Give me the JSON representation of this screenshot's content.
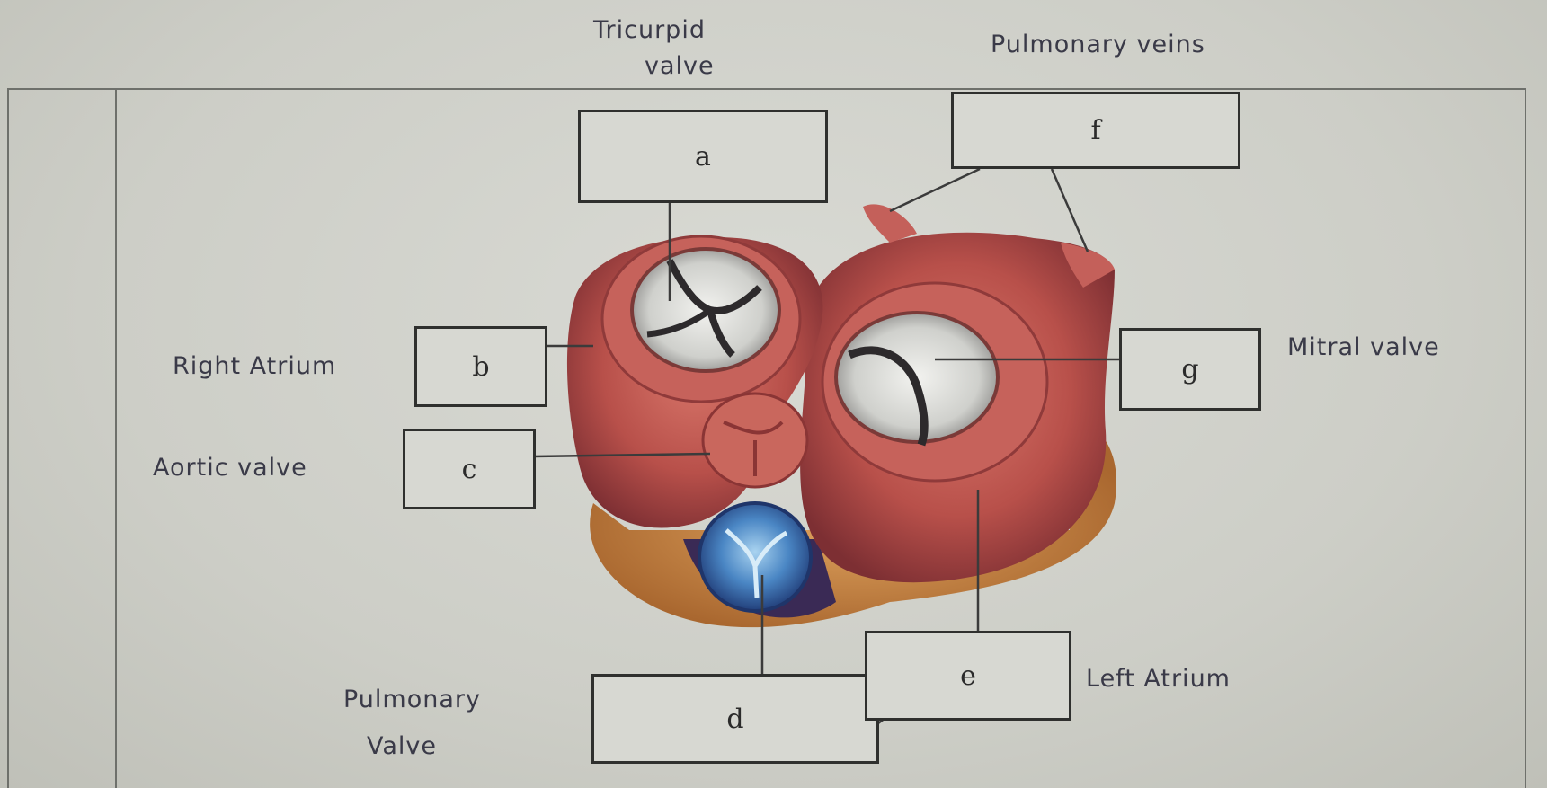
{
  "boxes": {
    "a": "a",
    "b": "b",
    "c": "c",
    "d": "d",
    "e": "e",
    "f": "f",
    "g": "g"
  },
  "annotations": {
    "tricuspid_line1": "Tricurpid",
    "tricuspid_line2": "valve",
    "pulmonary_veins": "Pulmonary veins",
    "right_atrium": "Right Atrium",
    "aortic_valve": "Aortic valve",
    "mitral_valve": "Mitral valve",
    "left_atrium": "Left Atrium",
    "pulmonary_valve_line1": "Pulmonary",
    "pulmonary_valve_line2": "Valve"
  },
  "colors": {
    "heart_muscle": "#b8504a",
    "valve_white": "#e6e6e3",
    "pulmonary_valve_blue": "#4a86c4"
  }
}
